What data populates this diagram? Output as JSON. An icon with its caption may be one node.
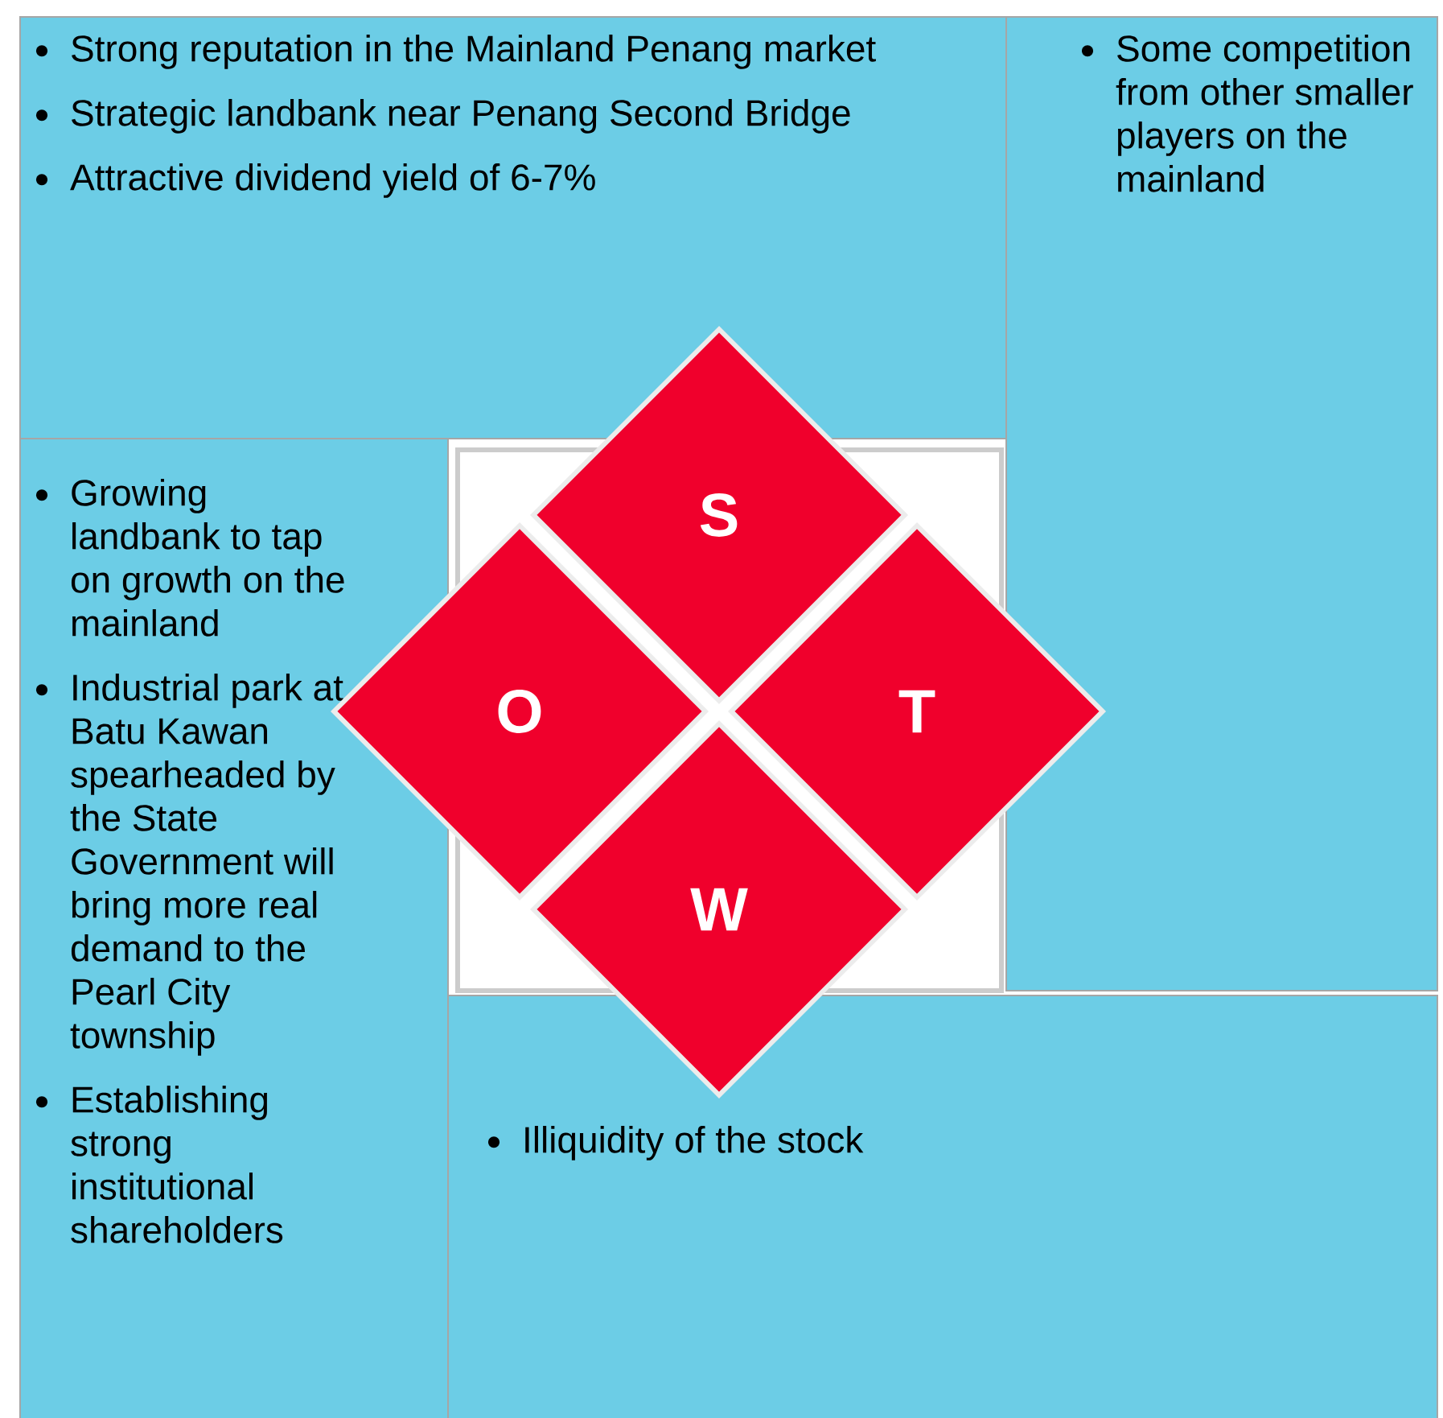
{
  "diagram": {
    "nodes": [
      {
        "text": [
          "Strong reputation in the Mainland Penang market",
          "Strategic landbank near Penang Second Bridge",
          "Attractive dividend yield of 6-7%"
        ]
      },
      {
        "text": [
          "Some competition from other smaller players on the mainland"
        ]
      },
      {
        "text": [
          "S"
        ]
      },
      {
        "text": [
          "O"
        ]
      },
      {
        "text": [
          "T"
        ]
      },
      {
        "text": [
          "W"
        ]
      },
      {
        "text": [
          "Growing landbank to tap on growth on the mainland",
          "Industrial park at Batu Kawan spearheaded by the State Government will bring more real demand to the Pearl City township",
          "Establishing strong institutional shareholders"
        ]
      },
      {
        "text": [
          "Illiquidity of the stock"
        ]
      },
      {
        "text": [],
        "shape": "box"
      }
    ]
  }
}
